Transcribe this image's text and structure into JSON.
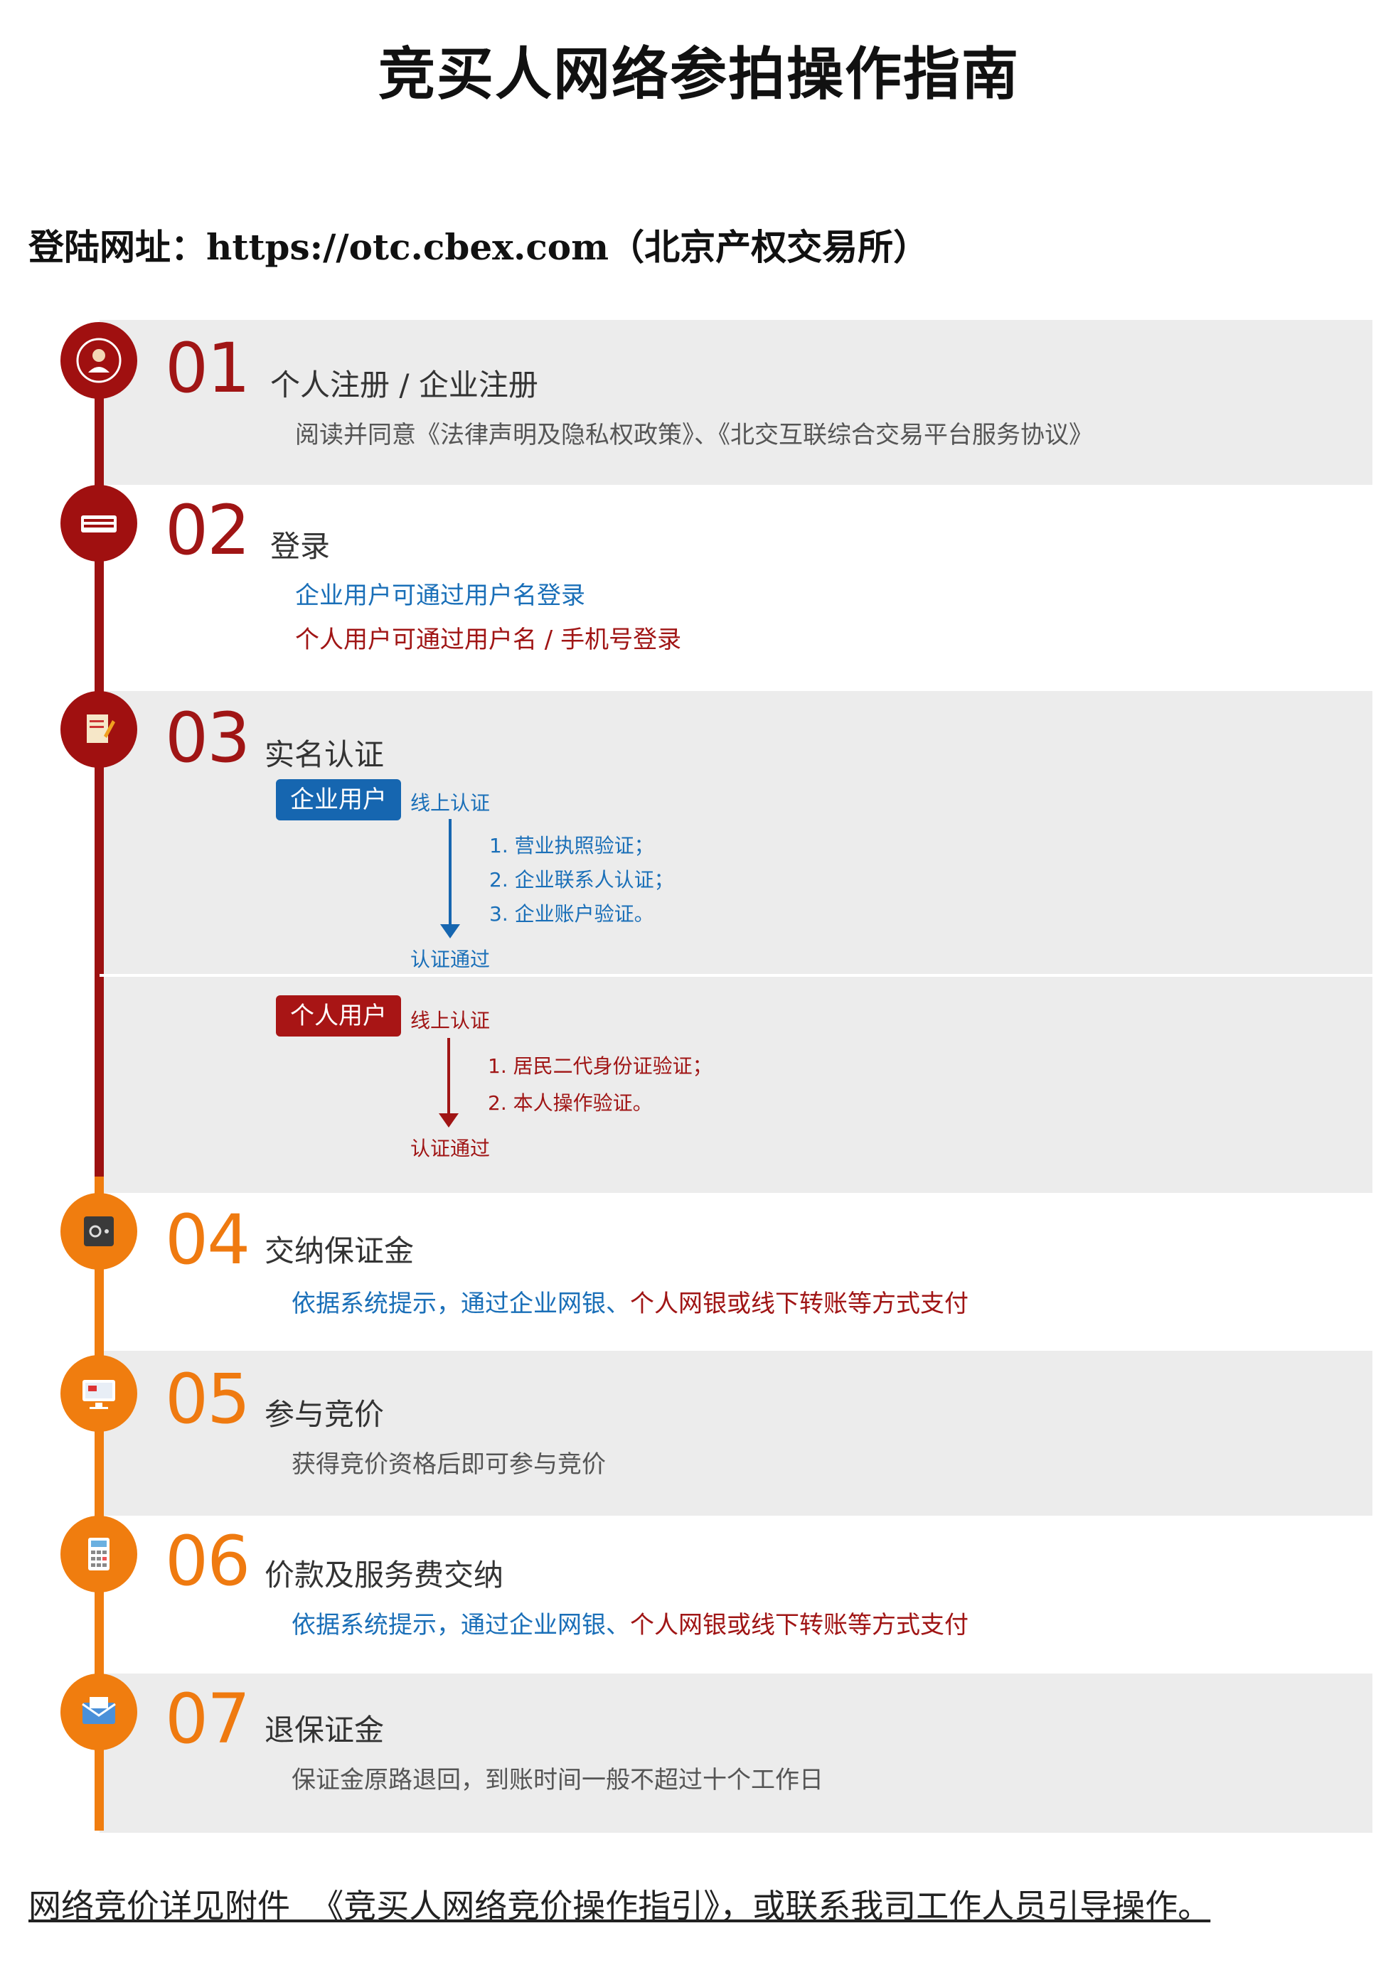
{
  "title": "竞买人网络参拍操作指南",
  "login_line": "登陆网址：https://otc.cbex.com（北京产权交易所）",
  "steps": [
    {
      "num": "01",
      "heading": "个人注册 / 企业注册",
      "lines": [
        "阅读并同意《法律声明及隐私权政策》、《北交互联综合交易平台服务协议》"
      ],
      "icon": "user-icon"
    },
    {
      "num": "02",
      "heading": "登录",
      "lines": [
        "企业用户可通过用户名登录",
        "个人用户可通过用户名 / 手机号登录"
      ],
      "icon": "keyboard-icon"
    },
    {
      "num": "03",
      "heading": "实名认证",
      "icon": "certificate-edit-icon",
      "enterprise": {
        "badge": "企业用户",
        "online": "线上认证",
        "items": [
          "1. 营业执照验证；",
          "2. 企业联系人认证；",
          "3. 企业账户验证。"
        ],
        "pass": "认证通过"
      },
      "personal": {
        "badge": "个人用户",
        "online": "线上认证",
        "items": [
          "1. 居民二代身份证验证；",
          "2. 本人操作验证。"
        ],
        "pass": "认证通过"
      }
    },
    {
      "num": "04",
      "heading": "交纳保证金",
      "line_blue": "依据系统提示，通过企业网银、",
      "line_red": "个人网银或线下转账等方式支付",
      "icon": "safe-icon"
    },
    {
      "num": "05",
      "heading": "参与竞价",
      "lines": [
        "获得竞价资格后即可参与竞价"
      ],
      "icon": "monitor-icon"
    },
    {
      "num": "06",
      "heading": "价款及服务费交纳",
      "line_blue": "依据系统提示，通过企业网银、",
      "line_red": "个人网银或线下转账等方式支付",
      "icon": "calculator-icon"
    },
    {
      "num": "07",
      "heading": "退保证金",
      "lines": [
        "保证金原路退回，到账时间一般不超过十个工作日"
      ],
      "icon": "envelope-icon"
    }
  ],
  "footer": "网络竞价详见附件  《竞买人网络竞价操作指引》，或联系我司工作人员引导操作。",
  "colors": {
    "red": "#a01515",
    "orange": "#ef7a10",
    "blue": "#1666b0",
    "panel_grey": "#ececec"
  }
}
